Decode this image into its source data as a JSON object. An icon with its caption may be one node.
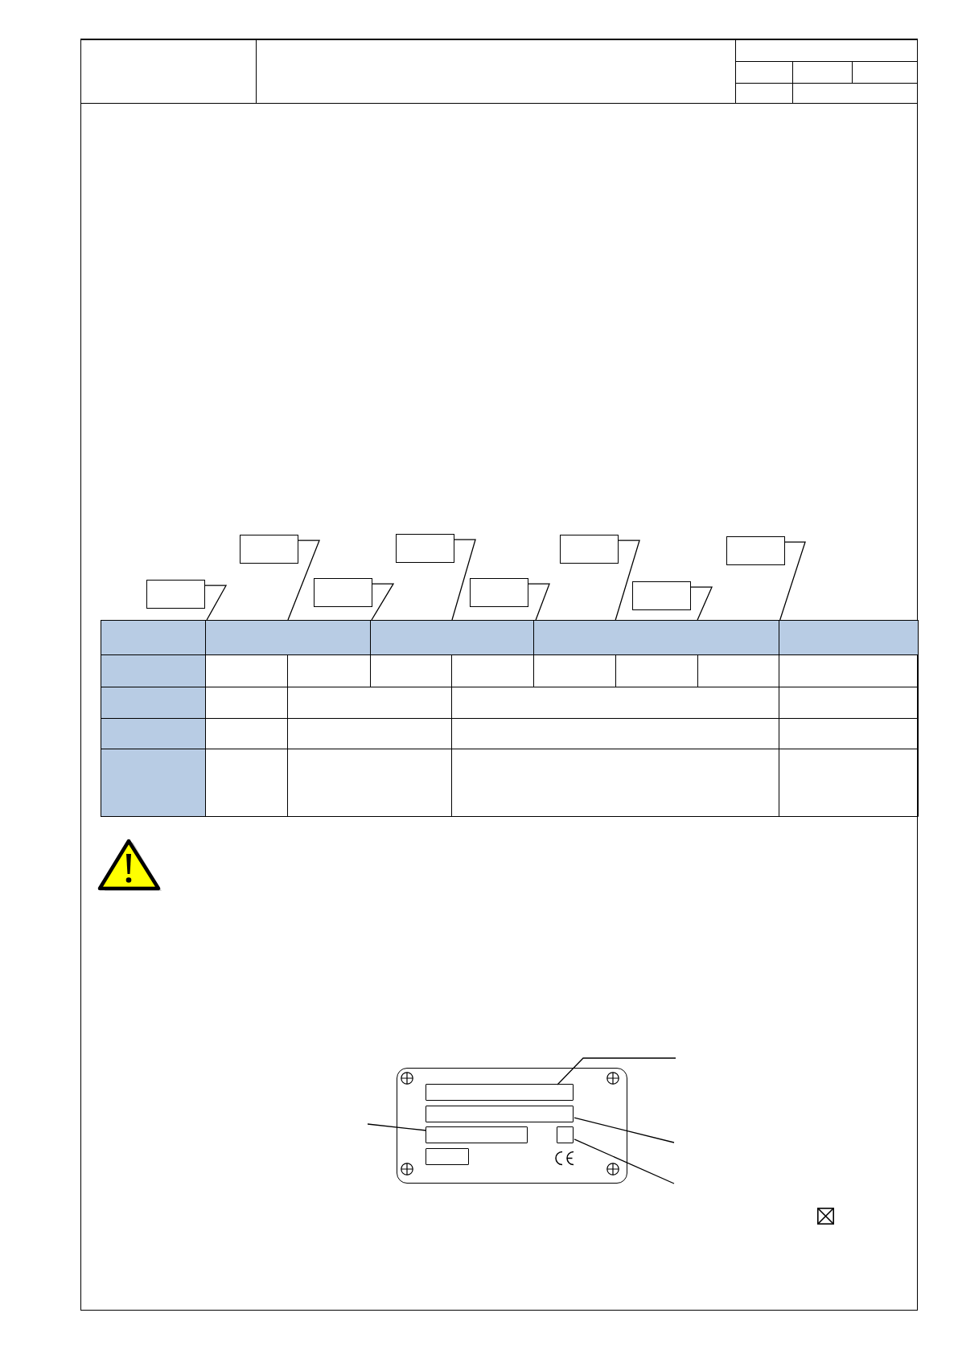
{
  "diagram": {
    "nodes": [
      {
        "text": [],
        "shape": "box"
      },
      {
        "text": [],
        "shape": "box"
      },
      {
        "text": [],
        "shape": "box"
      },
      {
        "text": [],
        "shape": "box"
      },
      {
        "text": [],
        "shape": "box"
      },
      {
        "text": [],
        "shape": "box"
      },
      {
        "text": [],
        "shape": "box"
      },
      {
        "text": [],
        "shape": "box"
      },
      {
        "text": [],
        "shape": "box"
      },
      {
        "text": [],
        "shape": "box"
      },
      {
        "text": [],
        "shape": "box"
      },
      {
        "text": [],
        "shape": "box"
      },
      {
        "text": [],
        "shape": "box"
      },
      {
        "text": [],
        "shape": "box",
        "in": 12
      },
      {
        "text": [],
        "shape": "box",
        "in": 12
      },
      {
        "text": [],
        "shape": "box",
        "in": 12
      },
      {
        "text": [],
        "shape": "box",
        "in": 12
      },
      {
        "text": [],
        "shape": "box",
        "in": 12
      }
    ],
    "edges": [
      {
        "from": 0,
        "to": 8,
        "arrow": "none"
      },
      {
        "from": 1,
        "to": 8,
        "arrow": "none"
      },
      {
        "from": 2,
        "to": 9,
        "arrow": "none"
      },
      {
        "from": 3,
        "to": 9,
        "arrow": "none"
      },
      {
        "from": 4,
        "to": 10,
        "arrow": "none"
      },
      {
        "from": 5,
        "to": 10,
        "arrow": "none"
      },
      {
        "from": 6,
        "to": 10,
        "arrow": "none"
      },
      {
        "from": 7,
        "to": 11,
        "arrow": "none"
      },
      {
        "from": null,
        "to": 13,
        "arrow": "none"
      },
      {
        "from": null,
        "to": 14,
        "arrow": "none"
      },
      {
        "from": null,
        "to": 15,
        "arrow": "none"
      },
      {
        "from": null,
        "to": 16,
        "arrow": "none"
      }
    ]
  }
}
